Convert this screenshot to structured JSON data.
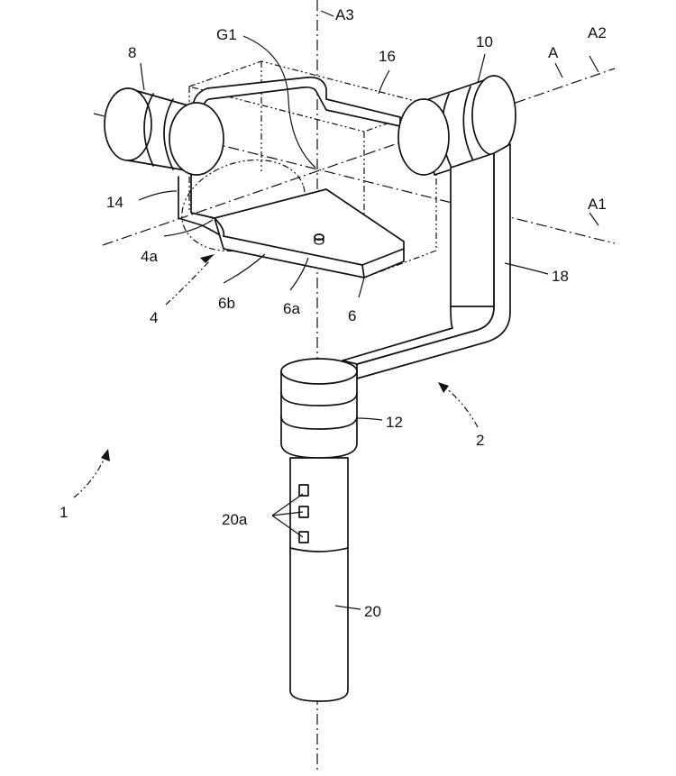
{
  "figure": {
    "labels": {
      "axis_a3": "A3",
      "axis_a": "A",
      "axis_a2": "A2",
      "axis_a1": "A1",
      "g1": "G1",
      "n8": "8",
      "n10": "10",
      "n16": "16",
      "n14": "14",
      "n4a": "4a",
      "n4": "4",
      "n6b": "6b",
      "n6a": "6a",
      "n6": "6",
      "n18": "18",
      "n12": "12",
      "n2": "2",
      "n1": "1",
      "n20a": "20a",
      "n20": "20"
    }
  }
}
